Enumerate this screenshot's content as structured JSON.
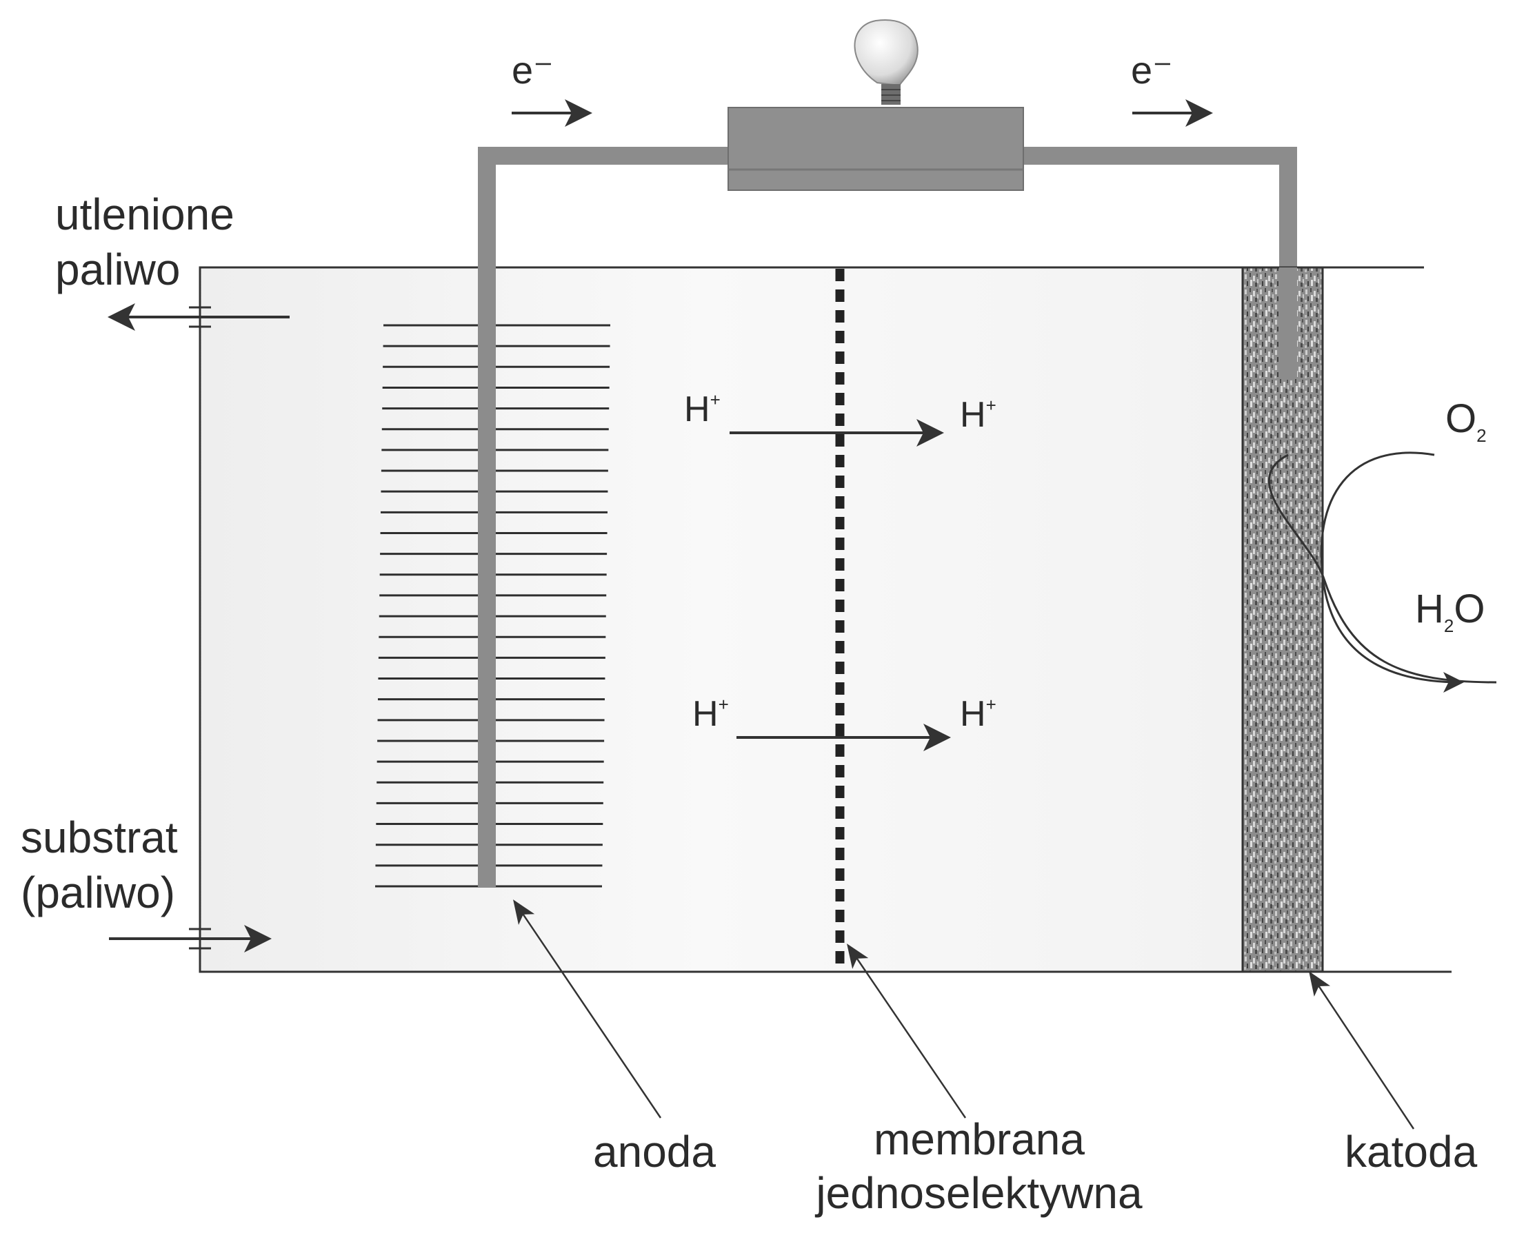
{
  "labels": {
    "electron_left": "e⁻",
    "electron_right": "e⁻",
    "oxidized_fuel_line1": "utlenione",
    "oxidized_fuel_line2": "paliwo",
    "substrate_line1": "substrat",
    "substrate_line2": "(paliwo)",
    "anode": "anoda",
    "membrane_line1": "membrana",
    "membrane_line2": "jednoselektywna",
    "cathode": "katoda"
  },
  "ions": {
    "proton_base": "H",
    "proton_charge": "+",
    "oxygen_base": "O",
    "oxygen_sub": "2",
    "water_h": "H",
    "water_sub": "2",
    "water_o": "O"
  },
  "colors": {
    "line": "#333333",
    "wire": "#8c8c8c",
    "load_box": "#8f8f8f",
    "chamber_fill": "#f1f1f1",
    "cathode_fill": "#9a9a9a",
    "membrane": "#222222"
  },
  "icons": {
    "bulb": "light-bulb-icon"
  }
}
